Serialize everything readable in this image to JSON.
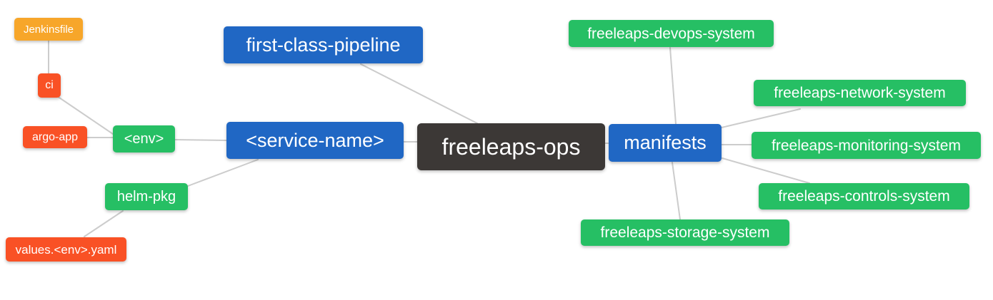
{
  "diagram": {
    "type": "mindmap",
    "root_id": "freeleaps_ops",
    "nodes": {
      "jenkinsfile": {
        "label": "Jenkinsfile",
        "color": "amber"
      },
      "ci": {
        "label": "ci",
        "color": "red"
      },
      "argo_app": {
        "label": "argo-app",
        "color": "red"
      },
      "env": {
        "label": "<env>",
        "color": "green"
      },
      "service_name": {
        "label": "<service-name>",
        "color": "blue"
      },
      "helm_pkg": {
        "label": "helm-pkg",
        "color": "green"
      },
      "values_env_yaml": {
        "label": "values.<env>.yaml",
        "color": "red"
      },
      "first_class_pipeline": {
        "label": "first-class-pipeline",
        "color": "blue"
      },
      "freeleaps_ops": {
        "label": "freeleaps-ops",
        "color": "dark"
      },
      "manifests": {
        "label": "manifests",
        "color": "blue"
      },
      "devops_system": {
        "label": "freeleaps-devops-system",
        "color": "green"
      },
      "network_system": {
        "label": "freeleaps-network-system",
        "color": "green"
      },
      "monitoring_system": {
        "label": "freeleaps-monitoring-system",
        "color": "green"
      },
      "controls_system": {
        "label": "freeleaps-controls-system",
        "color": "green"
      },
      "storage_system": {
        "label": "freeleaps-storage-system",
        "color": "green"
      }
    },
    "edges": [
      {
        "from": "ci",
        "to": "jenkinsfile"
      },
      {
        "from": "env",
        "to": "ci"
      },
      {
        "from": "env",
        "to": "argo_app"
      },
      {
        "from": "service_name",
        "to": "env"
      },
      {
        "from": "service_name",
        "to": "helm_pkg"
      },
      {
        "from": "helm_pkg",
        "to": "values_env_yaml"
      },
      {
        "from": "freeleaps_ops",
        "to": "first_class_pipeline"
      },
      {
        "from": "freeleaps_ops",
        "to": "service_name"
      },
      {
        "from": "freeleaps_ops",
        "to": "manifests"
      },
      {
        "from": "manifests",
        "to": "devops_system"
      },
      {
        "from": "manifests",
        "to": "network_system"
      },
      {
        "from": "manifests",
        "to": "monitoring_system"
      },
      {
        "from": "manifests",
        "to": "controls_system"
      },
      {
        "from": "manifests",
        "to": "storage_system"
      }
    ],
    "colors": {
      "blue": "#2067c4",
      "green": "#26bf64",
      "red": "#f95125",
      "amber": "#f7a62a",
      "dark": "#3c3836",
      "edge": "#cccccc",
      "text": "#ffffff"
    }
  }
}
